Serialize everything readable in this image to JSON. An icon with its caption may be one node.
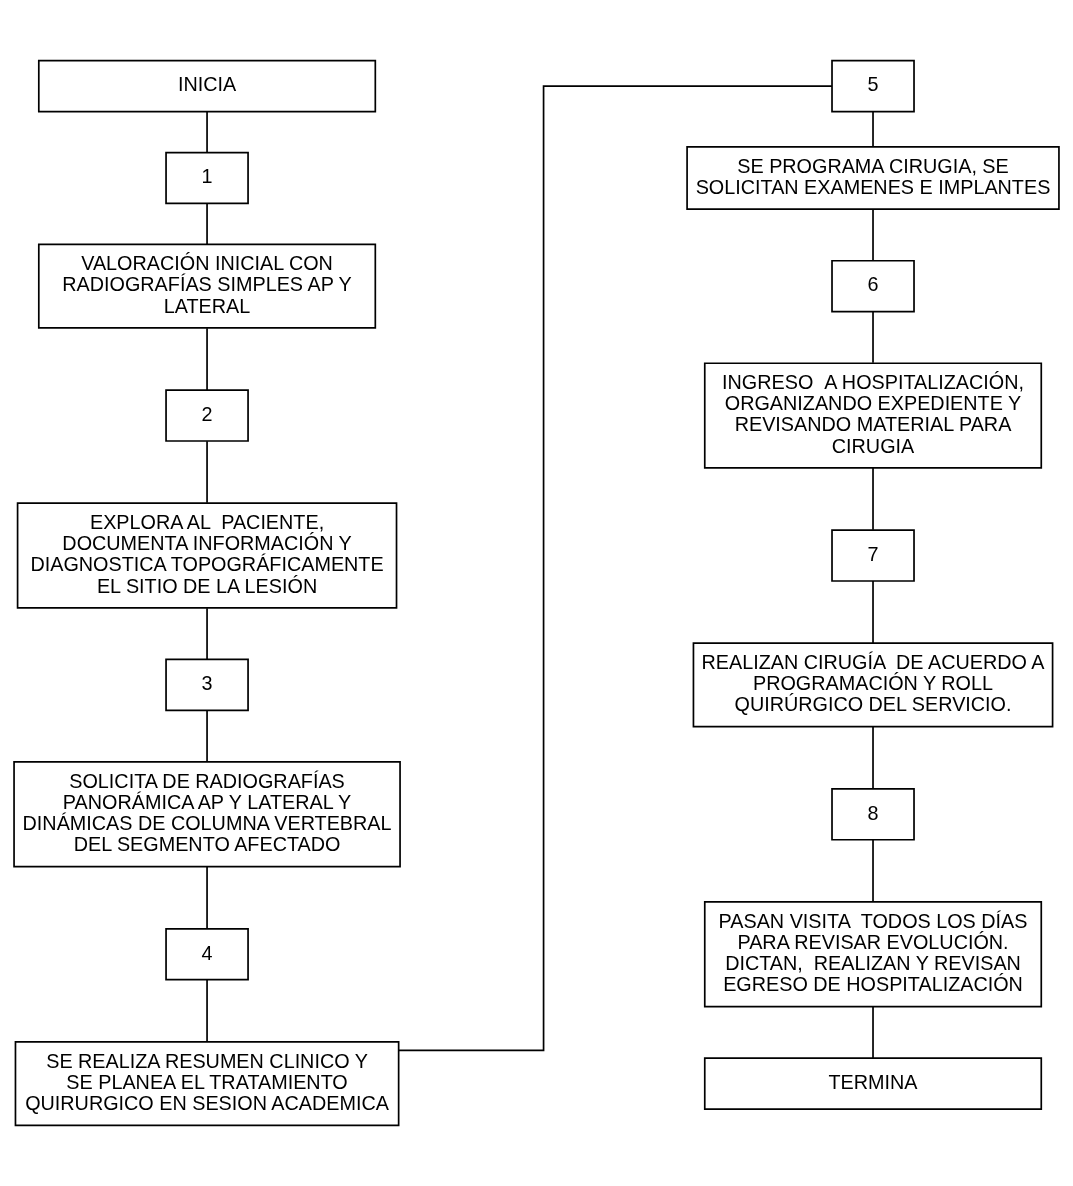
{
  "diagram": {
    "nodes": [
      {
        "text": [
          "INICIA"
        ]
      },
      {
        "text": [
          "1"
        ]
      },
      {
        "text": [
          "VALORACIÓN INICIAL CON RADIOGRAFÍAS SIMPLES AP Y LATERAL"
        ]
      },
      {
        "text": [
          "2"
        ]
      },
      {
        "text": [
          "EXPLORA AL  PACIENTE, DOCUMENTA INFORMACIÓN Y DIAGNOSTICA TOPOGRÁFICAMENTE EL SITIO DE LA LESIÓN"
        ]
      },
      {
        "text": [
          "3"
        ]
      },
      {
        "text": [
          "SOLICITA DE RADIOGRAFÍAS PANORÁMICA AP Y LATERAL Y DINÁMICAS DE COLUMNA VERTEBRAL DEL SEGMENTO AFECTADO"
        ]
      },
      {
        "text": [
          "4"
        ]
      },
      {
        "text": [
          "SE REALIZA RESUMEN CLINICO Y SE PLANEA EL TRATAMIENTO QUIRURGICO EN SESION ACADEMICA"
        ]
      },
      {
        "text": [
          "5"
        ]
      },
      {
        "text": [
          "SE PROGRAMA CIRUGIA, SE SOLICITAN EXAMENES E IMPLANTES"
        ]
      },
      {
        "text": [
          "6"
        ]
      },
      {
        "text": [
          "INGRESO  A HOSPITALIZACIÓN, ORGANIZANDO EXPEDIENTE Y REVISANDO MATERIAL PARA CIRUGIA"
        ]
      },
      {
        "text": [
          "7"
        ]
      },
      {
        "text": [
          "REALIZAN CIRUGÍA  DE ACUERDO A PROGRAMACIÓN Y ROLL QUIRÚRGICO DEL SERVICIO."
        ]
      },
      {
        "text": [
          "8"
        ]
      },
      {
        "text": [
          "PASAN VISITA  TODOS LOS DÍAS PARA REVISAR EVOLUCIÓN. DICTAN,  REALIZAN Y REVISAN EGRESO DE HOSPITALIZACIÓN"
        ]
      },
      {
        "text": [
          "TERMINA"
        ]
      }
    ],
    "edges": [
      {
        "from": 0,
        "to": 1,
        "arrow": "none"
      },
      {
        "from": 1,
        "to": 2,
        "arrow": "none"
      },
      {
        "from": 2,
        "to": 3,
        "arrow": "none"
      },
      {
        "from": 3,
        "to": 4,
        "arrow": "none"
      },
      {
        "from": 4,
        "to": 5,
        "arrow": "none"
      },
      {
        "from": 5,
        "to": 6,
        "arrow": "none"
      },
      {
        "from": 6,
        "to": 7,
        "arrow": "none"
      },
      {
        "from": 7,
        "to": 8,
        "arrow": "none"
      },
      {
        "from": 8,
        "to": 9,
        "arrow": "none"
      },
      {
        "from": 9,
        "to": 10,
        "arrow": "none"
      },
      {
        "from": 10,
        "to": 11,
        "arrow": "none"
      },
      {
        "from": 11,
        "to": 12,
        "arrow": "none"
      },
      {
        "from": 12,
        "to": 13,
        "arrow": "none"
      },
      {
        "from": 13,
        "to": 14,
        "arrow": "none"
      },
      {
        "from": 14,
        "to": 15,
        "arrow": "none"
      },
      {
        "from": 15,
        "to": 16,
        "arrow": "none"
      },
      {
        "from": 16,
        "to": 17,
        "arrow": "none"
      }
    ]
  }
}
